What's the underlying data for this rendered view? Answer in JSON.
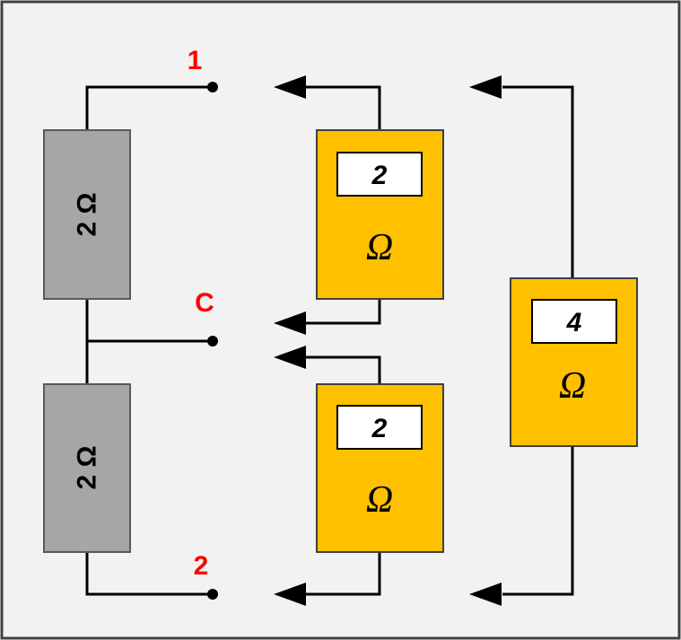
{
  "diagram": {
    "terminals": [
      {
        "id": "1",
        "label": "1"
      },
      {
        "id": "C",
        "label": "C"
      },
      {
        "id": "2",
        "label": "2"
      }
    ],
    "resistors": [
      {
        "id": "upper",
        "label": "2 Ω"
      },
      {
        "id": "lower",
        "label": "2 Ω"
      }
    ],
    "meters": [
      {
        "id": "upper-meter",
        "reading": "2",
        "unit": "Ω"
      },
      {
        "id": "lower-meter",
        "reading": "2",
        "unit": "Ω"
      },
      {
        "id": "right-meter",
        "reading": "4",
        "unit": "Ω"
      }
    ]
  },
  "colors": {
    "background": "#f2f2f2",
    "border": "#404040",
    "wire": "#000000",
    "resistor_fill": "#a6a6a6",
    "resistor_stroke": "#595959",
    "meter_fill": "#ffc000",
    "meter_stroke": "#404040",
    "display_fill": "#ffffff",
    "terminal_label": "#ff0000"
  }
}
